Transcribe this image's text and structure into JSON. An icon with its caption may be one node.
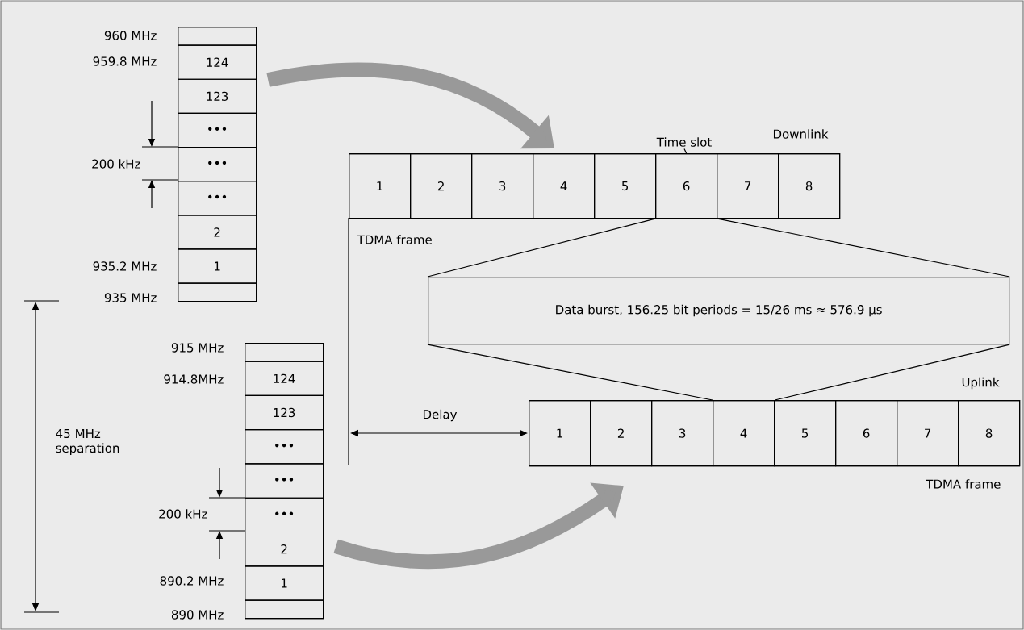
{
  "diagram": {
    "nodes": [
      {
        "text": [],
        "shape": "box"
      },
      {
        "text": [],
        "shape": "box",
        "in": 0
      },
      {
        "text": [
          "124"
        ],
        "in": 0
      },
      {
        "text": [
          "123"
        ],
        "in": 0
      },
      {
        "text": [
          "•••"
        ],
        "in": 0
      },
      {
        "text": [
          "•••"
        ],
        "in": 0
      },
      {
        "text": [
          "•••"
        ],
        "in": 0
      },
      {
        "text": [
          "2"
        ],
        "in": 0
      },
      {
        "text": [
          "1"
        ],
        "in": 0
      },
      {
        "text": [],
        "shape": "box",
        "in": 0
      },
      {
        "text": [],
        "shape": "box"
      },
      {
        "text": [],
        "shape": "box",
        "in": 10
      },
      {
        "text": [
          "124"
        ],
        "in": 10
      },
      {
        "text": [
          "123"
        ],
        "in": 10
      },
      {
        "text": [
          "•••"
        ],
        "in": 10
      },
      {
        "text": [
          "•••"
        ],
        "in": 10
      },
      {
        "text": [
          "•••"
        ],
        "in": 10
      },
      {
        "text": [
          "2"
        ],
        "in": 10
      },
      {
        "text": [
          "1"
        ],
        "in": 10
      },
      {
        "text": [],
        "shape": "box",
        "in": 10
      },
      {
        "text": [],
        "shape": "box",
        "beside": [
          "Downlink",
          "TDMA frame"
        ]
      },
      {
        "text": [
          "1"
        ],
        "in": 20
      },
      {
        "text": [
          "2"
        ],
        "in": 20
      },
      {
        "text": [
          "3"
        ],
        "in": 20
      },
      {
        "text": [
          "4"
        ],
        "in": 20
      },
      {
        "text": [
          "5"
        ],
        "in": 20
      },
      {
        "text": [
          "6"
        ],
        "in": 20
      },
      {
        "text": [
          "7"
        ],
        "in": 20
      },
      {
        "text": [
          "8"
        ],
        "in": 20
      },
      {
        "text": [
          "Time slot"
        ]
      },
      {
        "text": [
          "Data burst, 156.25 bit periods = 15/26 ms ≈ 576.9 µs"
        ]
      },
      {
        "text": [],
        "shape": "box",
        "beside": [
          "Uplink",
          "TDMA frame"
        ]
      },
      {
        "text": [
          "1"
        ],
        "in": 31
      },
      {
        "text": [
          "2"
        ],
        "in": 31
      },
      {
        "text": [
          "3"
        ],
        "in": 31
      },
      {
        "text": [
          "4"
        ],
        "in": 31
      },
      {
        "text": [
          "5"
        ],
        "in": 31
      },
      {
        "text": [
          "6"
        ],
        "in": 31
      },
      {
        "text": [
          "7"
        ],
        "in": 31
      },
      {
        "text": [
          "8"
        ],
        "in": 31
      }
    ],
    "edges": [
      {
        "from": 0,
        "to": 20,
        "arrow": "to",
        "style": "thick",
        "color": "#999999"
      },
      {
        "from": 10,
        "to": 31,
        "arrow": "to",
        "style": "thick",
        "color": "#999999"
      },
      {
        "from": 29,
        "to": 26,
        "arrow": "none"
      },
      {
        "from": 26,
        "to": 30,
        "arrow": "none"
      },
      {
        "from": 26,
        "to": 30,
        "arrow": "none"
      },
      {
        "from": 30,
        "to": 35,
        "arrow": "none"
      },
      {
        "from": 30,
        "to": 35,
        "arrow": "none"
      }
    ],
    "labels": [
      "960 MHz",
      "959.8 MHz",
      "200 kHz",
      "935.2 MHz",
      "935 MHz",
      "915 MHz",
      "914.8MHz",
      "45 MHz separation",
      "Delay",
      "200 kHz",
      "890.2 MHz",
      "890 MHz"
    ]
  }
}
